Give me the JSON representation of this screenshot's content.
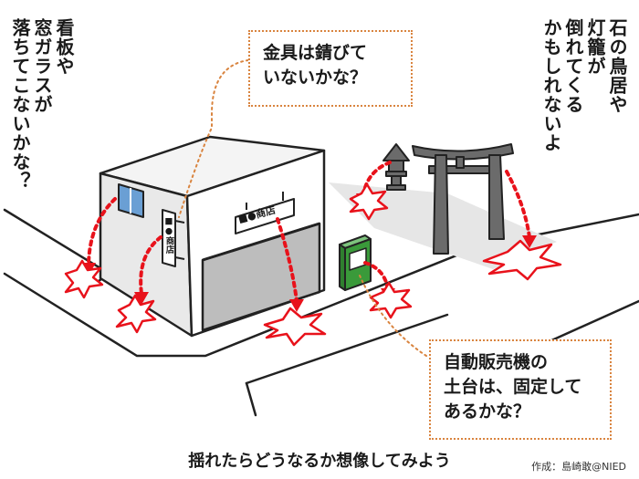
{
  "colors": {
    "danger_arrow": "#e8121b",
    "impact_burst": "#e8121b",
    "note_border": "#d9843f",
    "vending_machine": "#3a9a3a",
    "torii": "#6b6b6b",
    "window": "#6a9fd4",
    "shutter": "#bdbdbd"
  },
  "callouts": {
    "signboard_window": "看板や\n窓ガラスが\n落ちてこないかな？",
    "torii_lantern": "石の鳥居や\n灯籠が\n倒れてくる\nかもしれないよ",
    "metal_fittings": "金具は錆びて\nいないかな？",
    "vending_base": "自動販売機の\n土台は、固定して\nあるかな？"
  },
  "signs": {
    "shop_front": "■●商店",
    "shop_side": "■●商店"
  },
  "caption": "揺れたらどうなるか想像してみよう",
  "credit": "作成：島崎敢@NIED",
  "icons": [
    "warning-arrow-icon",
    "impact-burst-icon"
  ]
}
